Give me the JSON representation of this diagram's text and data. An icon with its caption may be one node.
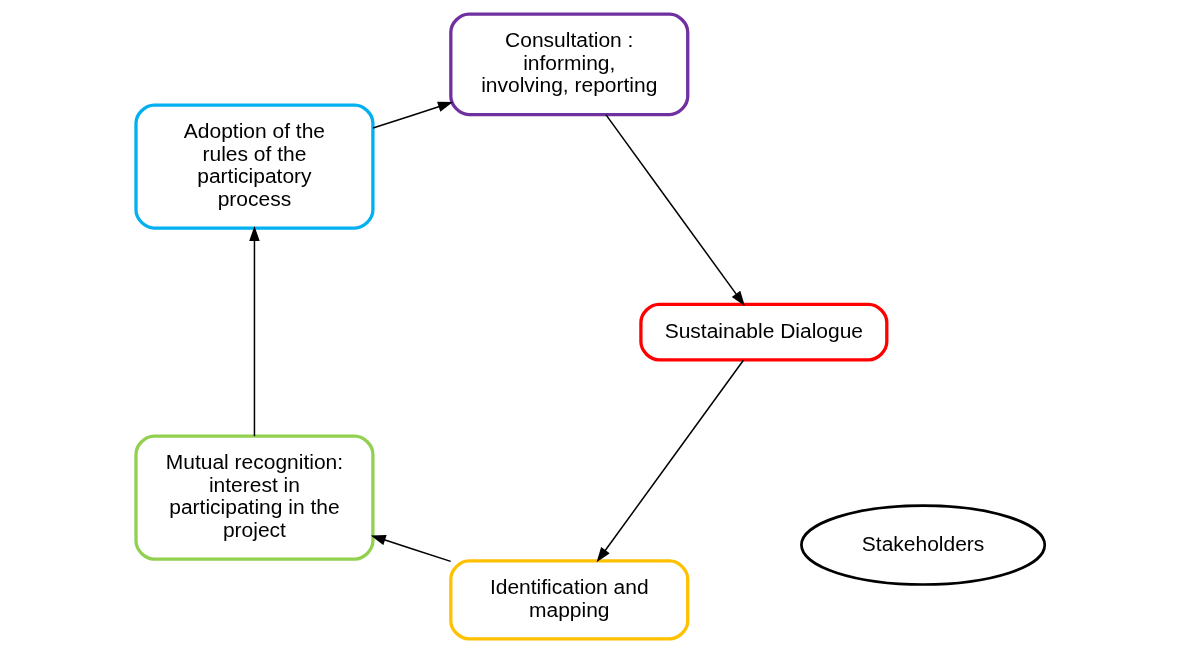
{
  "diagram": {
    "nodes": [
      {
        "text": [
          "Identification and mapping"
        ]
      },
      {
        "text": [
          "Mutual recognition: interest in participating in the project"
        ]
      },
      {
        "text": [
          "Adoption of the rules of the participatory process"
        ]
      },
      {
        "text": [
          "Consultation : informing, involving, reporting"
        ]
      },
      {
        "text": [
          "Sustainable Dialogue"
        ]
      },
      {
        "text": [
          "Stakeholders"
        ]
      }
    ],
    "edges": [
      {
        "from": 0,
        "to": 1,
        "arrow": "to"
      },
      {
        "from": 1,
        "to": 2,
        "arrow": "to"
      },
      {
        "from": 2,
        "to": 3,
        "arrow": "to"
      },
      {
        "from": 3,
        "to": 4,
        "arrow": "to"
      },
      {
        "from": 4,
        "to": 0,
        "arrow": "to"
      }
    ]
  }
}
